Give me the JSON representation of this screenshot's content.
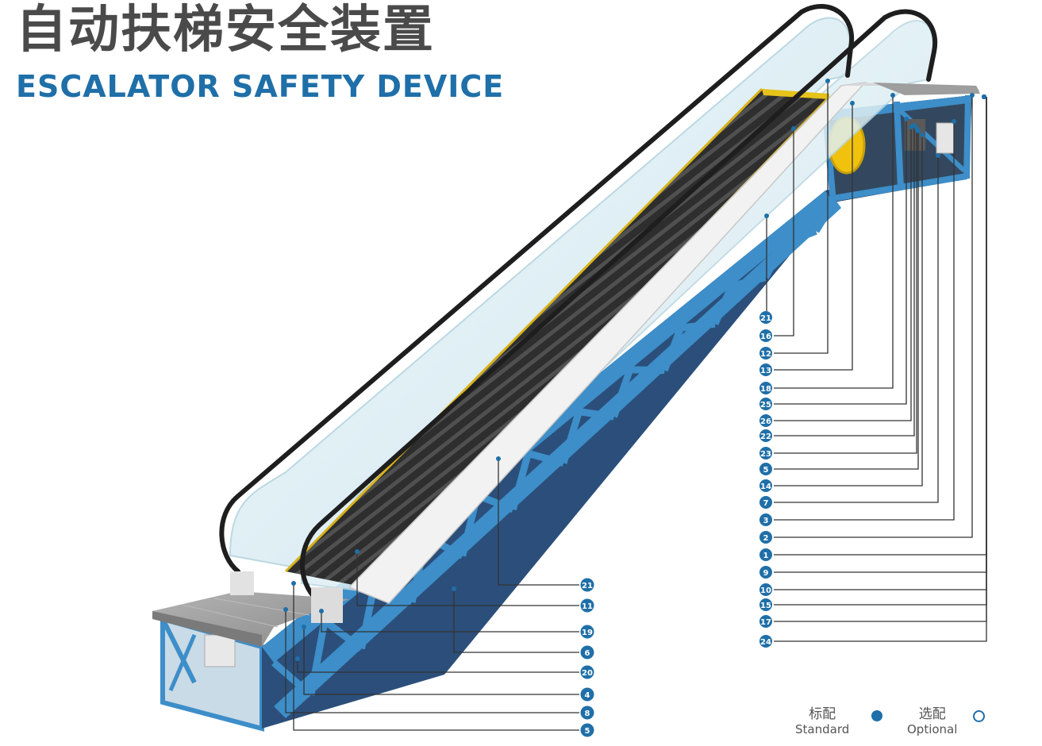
{
  "title_cn": "自动扶梯安全装置",
  "title_en": "ESCALATOR SAFETY DEVICE",
  "legend": {
    "standard_cn": "标配",
    "standard_en": "Standard",
    "optional_cn": "选配",
    "optional_en": "Optional"
  },
  "callouts_right": [
    "21",
    "16",
    "12",
    "13",
    "18",
    "25",
    "26",
    "22",
    "23",
    "5",
    "14",
    "7",
    "3",
    "2",
    "1",
    "9",
    "10",
    "15",
    "17",
    "24"
  ],
  "callouts_bottom": [
    "21",
    "11",
    "19",
    "6",
    "20",
    "4",
    "8",
    "5"
  ],
  "colors": {
    "frame": "#3d8ec9",
    "frame_dark": "#1f5f93",
    "badge": "#1f6fa8",
    "handrail": "#1e1e1e",
    "glass": "#dbeff5",
    "steps": "#3a3a3a",
    "yellow": "#e6c21a",
    "floor": "#9a9a9a"
  }
}
